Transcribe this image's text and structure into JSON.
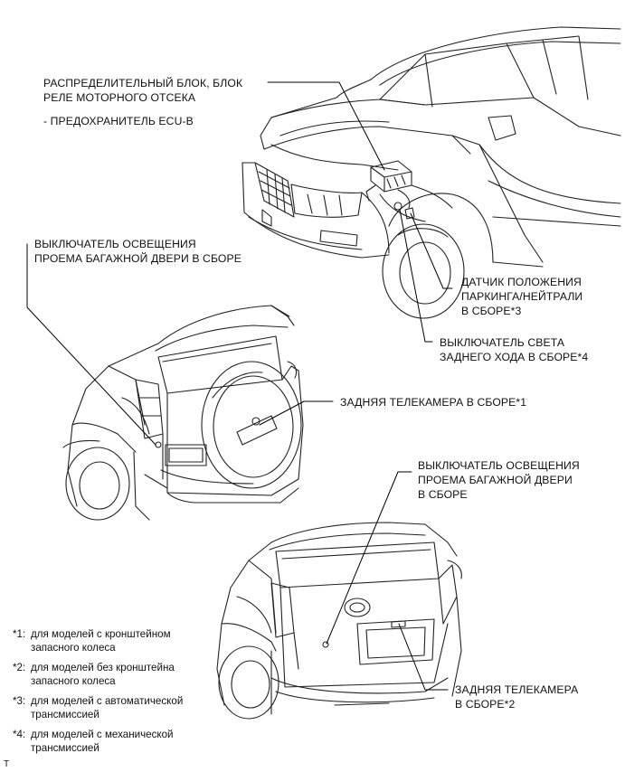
{
  "callouts": {
    "relay_block": {
      "line1": "РАСПРЕДЕЛИТЕЛЬНЫЙ БЛОК, БЛОК",
      "line2": "РЕЛЕ МОТОРНОГО ОТСЕКА",
      "fuse": "- ПРЕДОХРАНИТЕЛЬ ECU-B"
    },
    "door_switch_top": {
      "line1": "ВЫКЛЮЧАТЕЛЬ ОСВЕЩЕНИЯ",
      "line2": "ПРОЕМА БАГАЖНОЙ ДВЕРИ В СБОРЕ"
    },
    "park_sensor": {
      "line1": "ДАТЧИК ПОЛОЖЕНИЯ",
      "line2": "ПАРКИНГА/НЕЙТРАЛИ",
      "line3": "В СБОРЕ*3"
    },
    "reverse_switch": {
      "line1": "ВЫКЛЮЧАТЕЛЬ СВЕТА",
      "line2": "ЗАДНЕГО ХОДА В СБОРЕ*4"
    },
    "camera1": {
      "line1": "ЗАДНЯЯ ТЕЛЕКАМЕРА В СБОРЕ*1"
    },
    "door_switch_bottom": {
      "line1": "ВЫКЛЮЧАТЕЛЬ ОСВЕЩЕНИЯ",
      "line2": "ПРОЕМА БАГАЖНОЙ ДВЕРИ",
      "line3": "В СБОРЕ"
    },
    "camera2": {
      "line1": "ЗАДНЯЯ ТЕЛЕКАМЕРА",
      "line2": "В СБОРЕ*2"
    }
  },
  "footnotes": [
    {
      "key": "*1:",
      "line1": "для моделей с кронштейном",
      "line2": "запасного колеса"
    },
    {
      "key": "*2:",
      "line1": "для моделей без кронштейна",
      "line2": "запасного колеса"
    },
    {
      "key": "*3:",
      "line1": "для моделей с автоматической",
      "line2": "трансмиссией"
    },
    {
      "key": "*4:",
      "line1": "для моделей с механической",
      "line2": "трансмиссией"
    }
  ],
  "ref_mark": "T"
}
